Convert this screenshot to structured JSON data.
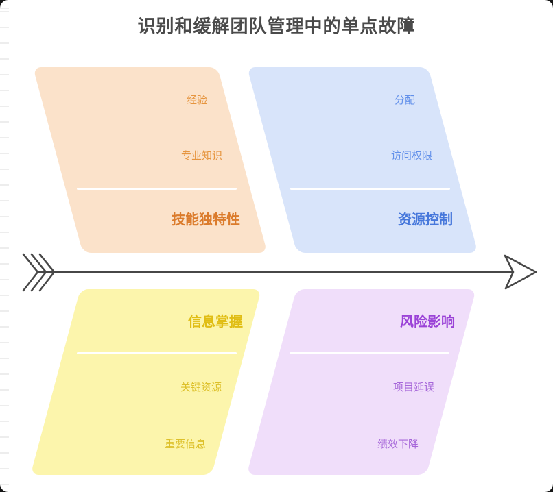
{
  "title": {
    "text": "识别和缓解团队管理中的单点故障",
    "color": "#4a4a4a"
  },
  "spine_arrow": {
    "color": "#474747",
    "head_fill": "#ffffff"
  },
  "branches": [
    {
      "id": "skill-uniqueness",
      "position": "top-left",
      "label": "技能独特性",
      "items": [
        "经验",
        "专业知识"
      ],
      "fill": "#fbe2ca",
      "label_color": "#db7b2b",
      "item_color": "#e6953f"
    },
    {
      "id": "resource-control",
      "position": "top-right",
      "label": "资源控制",
      "items": [
        "分配",
        "访问权限"
      ],
      "fill": "#d8e4fa",
      "label_color": "#4677db",
      "item_color": "#6290ea"
    },
    {
      "id": "information-hold",
      "position": "bottom-left",
      "label": "信息掌握",
      "items": [
        "关键资源",
        "重要信息"
      ],
      "fill": "#fcf5ac",
      "label_color": "#e0bd14",
      "item_color": "#ddc02a"
    },
    {
      "id": "risk-impact",
      "position": "bottom-right",
      "label": "风险影响",
      "items": [
        "项目延误",
        "绩效下降"
      ],
      "fill": "#f0defa",
      "label_color": "#9b43d7",
      "item_color": "#a666d9"
    }
  ]
}
